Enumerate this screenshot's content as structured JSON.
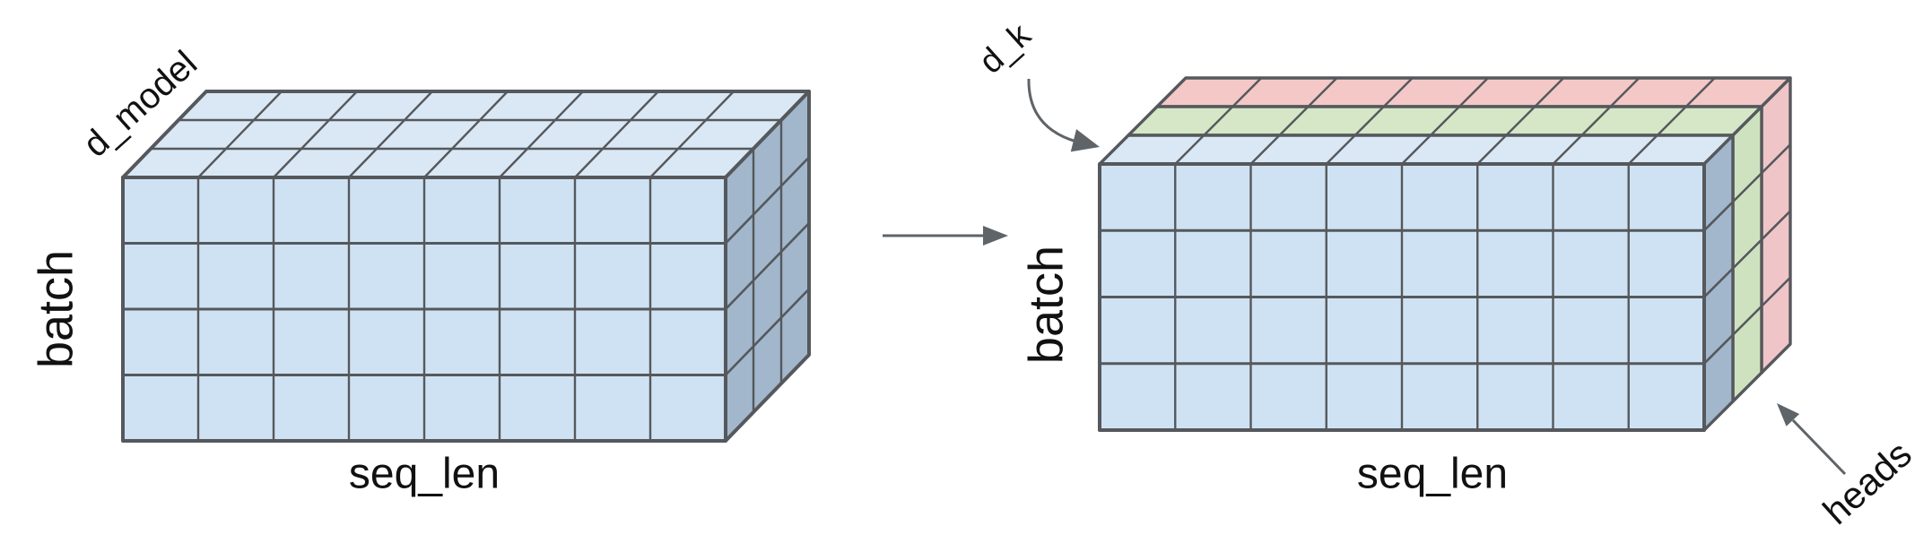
{
  "left_tensor": {
    "labels": {
      "depth_axis": "d_model",
      "vertical_axis": "batch",
      "horizontal_axis": "seq_len"
    },
    "grid": {
      "cols": 8,
      "rows": 4,
      "depth": 3
    },
    "colors": {
      "front": "#cfe2f3",
      "top": "#dae8f5",
      "side": "#a2b7cb",
      "stroke": "#55585c"
    }
  },
  "transform_arrow": {
    "icon": "right-arrow-icon",
    "color": "#5f6468"
  },
  "right_tensor": {
    "labels": {
      "depth_axis": "d_k",
      "vertical_axis": "batch",
      "horizontal_axis": "seq_len",
      "layer_axis": "heads"
    },
    "grid": {
      "cols": 8,
      "rows": 4,
      "heads": 3
    },
    "head_layers": [
      {
        "id": "head-1",
        "top": "#dae8f5",
        "side": "#a2b7cb",
        "front": "#cfe2f3"
      },
      {
        "id": "head-2",
        "top": "#d5e7c6",
        "side": "#cfe2c0"
      },
      {
        "id": "head-3",
        "top": "#f4c8c7",
        "side": "#f0c5c7"
      }
    ],
    "colors": {
      "stroke": "#55585c"
    }
  },
  "annotation_color": "#111111"
}
